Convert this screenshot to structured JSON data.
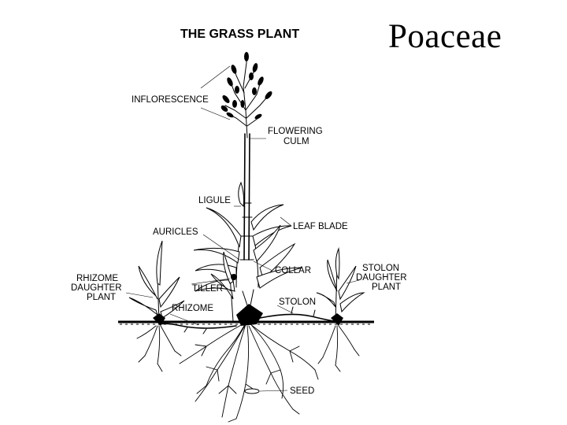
{
  "slide": {
    "title": "Poaceae"
  },
  "diagram": {
    "title": "THE GRASS PLANT",
    "labels": {
      "inflorescence": "INFLORESCENCE",
      "flowering_culm": [
        "FLOWERING",
        "CULM"
      ],
      "ligule": "LIGULE",
      "leaf_blade": "LEAF BLADE",
      "auricles": "AURICLES",
      "collar": "COLLAR",
      "rhizome_daughter_plant": [
        "RHIZOME",
        "DAUGHTER",
        "PLANT"
      ],
      "stolon_daughter_plant": [
        "STOLON",
        "DAUGHTER",
        "PLANT"
      ],
      "tiller": "TILLER",
      "rhizome": "RHIZOME",
      "stolon": "STOLON",
      "seed": "SEED"
    }
  }
}
